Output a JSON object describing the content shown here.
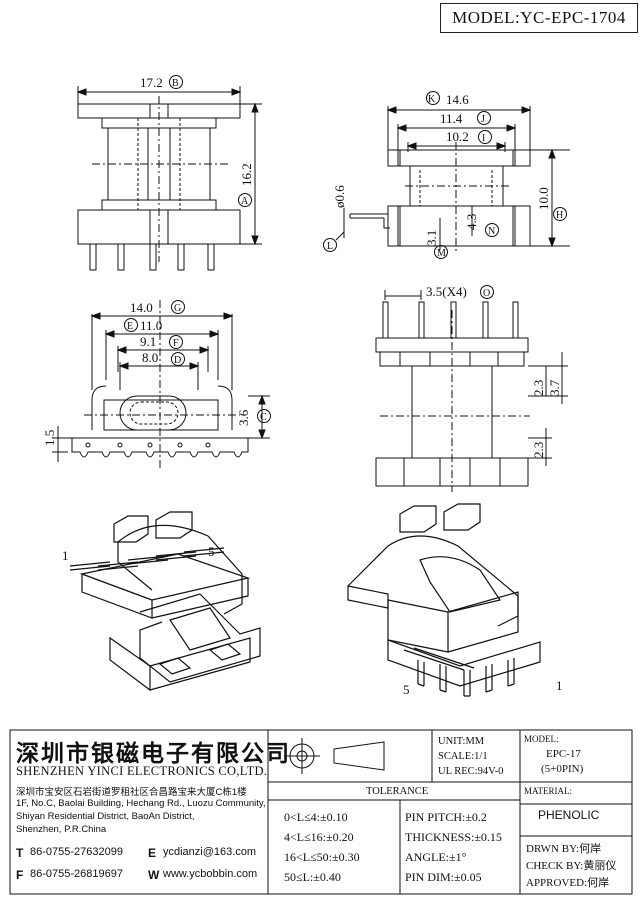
{
  "model": "MODEL:YC-EPC-1704",
  "dims": {
    "top_width": "17.2",
    "top_width_tag": "B",
    "top_height": "16.2",
    "top_height_tag": "A",
    "k": "14.6",
    "k_tag": "K",
    "j": "11.4",
    "j_tag": "J",
    "i": "10.2",
    "i_tag": "I",
    "h": "10.0",
    "h_tag": "H",
    "pin_dia": "ø0.6",
    "l_tag": "L",
    "m": "3.1",
    "m_tag": "M",
    "n": "4.3",
    "n_tag": "N",
    "g": "14.0",
    "g_tag": "G",
    "e": "11.0",
    "e_tag": "E",
    "f": "9.1",
    "f_tag": "F",
    "d": "8.0",
    "d_tag": "D",
    "c": "3.6",
    "c_tag": "C",
    "bot_left": "1.5",
    "o": "3.5(X4)",
    "o_tag": "O",
    "s1": "2.3",
    "s2": "3.7",
    "s3": "2.3"
  },
  "pin_labels": {
    "a1": "1",
    "a5": "5",
    "b5": "5",
    "b1": "1"
  },
  "company": {
    "name_cn": "深圳市银磁电子有限公司",
    "name_en": "SHENZHEN YINCI ELECTRONICS CO,LTD.",
    "addr_cn": "深圳市宝安区石岩街道罗租社区合昌路宝来大厦C栋1楼",
    "addr_en1": "1F, No.C, Baolai Building, Hechang Rd., Luozu Community,",
    "addr_en2": "Shiyan Residential District, BaoAn District,",
    "addr_en3": "Shenzhen, P.R.China",
    "t_key": "T",
    "t_val": "86-0755-27632099",
    "e_key": "E",
    "e_val": "ycdianzi@163.com",
    "f_key": "F",
    "f_val": "86-0755-26819697",
    "w_key": "W",
    "w_val": "www.ycbobbin.com"
  },
  "specs": {
    "unit": "UNIT:MM",
    "scale": "SCALE:1/1",
    "ul": "UL REC:94V-0",
    "model_label": "MODEL:",
    "model_val1": "EPC-17",
    "model_val2": "(5+0PIN)",
    "tolerance": "TOLERANCE",
    "material_label": "MATERIAL:",
    "material": "PHENOLIC",
    "tol": [
      "0<L≤4:±0.10",
      "4<L≤16:±0.20",
      "16<L≤50:±0.30",
      "50≤L:±0.40"
    ],
    "pin": [
      "PIN PITCH:±0.2",
      "THICKNESS:±0.15",
      "ANGLE:±1°",
      "PIN DIM:±0.05"
    ],
    "drwn": "DRWN BY:何岸",
    "check": "CHECK BY:黄丽仪",
    "approved": "APPROVED:何岸"
  }
}
